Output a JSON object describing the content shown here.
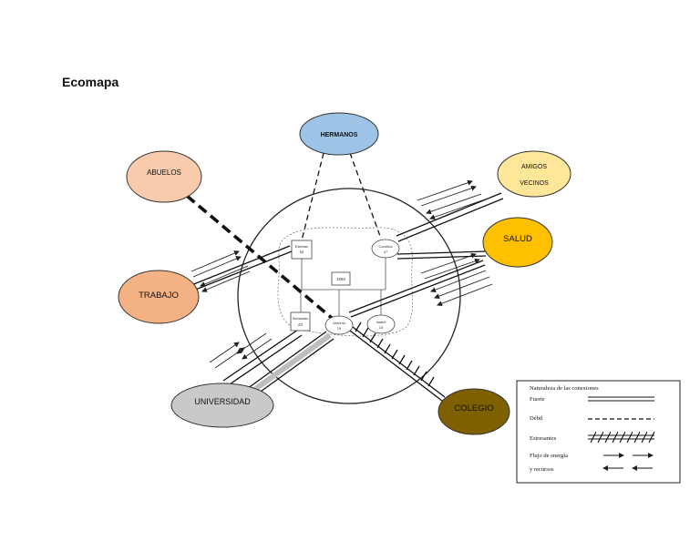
{
  "title": "Ecomapa",
  "nodes": {
    "hermanos": {
      "label": "HERMANOS",
      "color": "#9dc3e6"
    },
    "abuelos": {
      "label": "ABUELOS",
      "color": "#f8cbad"
    },
    "amigos": {
      "label_line1": "AMIGOS",
      "label_line2": "VECINOS",
      "color": "#ffe699"
    },
    "salud": {
      "label": "SALUD",
      "color": "#ffc000"
    },
    "trabajo": {
      "label": "TRABAJO",
      "color": "#f4b183"
    },
    "universidad": {
      "label": "UNIVERSIDAD",
      "color": "#c9c9c9"
    },
    "colegio": {
      "label": "COLEGIO",
      "color": "#7f6000"
    }
  },
  "family": {
    "father_name": "Esteban",
    "father_age": "58",
    "mother_name": "Carolina",
    "mother_age": "47",
    "marriage_year": "1992",
    "son_name": "Sebastián",
    "son_age": "23",
    "daughter_name": "Antonia",
    "daughter_age": "19",
    "daughter2_name": "Isabel",
    "daughter2_age": "15"
  },
  "legend": {
    "title": "Naturaleza de las conexiones",
    "strong": "Fuerte",
    "weak": "Débil",
    "stressful": "Estresantes",
    "flow_line1": "Flujo de energía",
    "flow_line2": "y recursos"
  }
}
